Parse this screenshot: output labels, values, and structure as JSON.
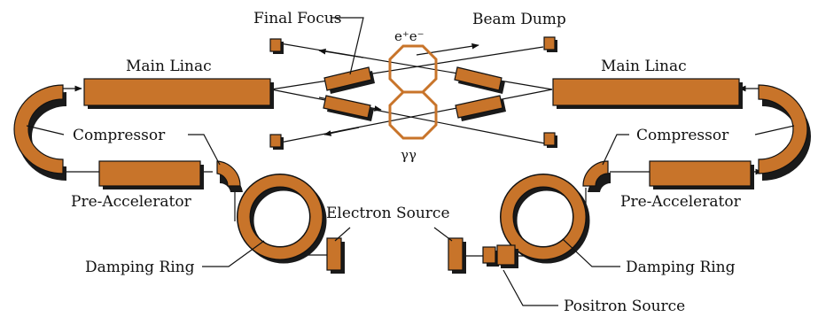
{
  "labels": {
    "final_focus": "Final Focus",
    "beam_dump": "Beam Dump",
    "ee": "e⁺e⁻",
    "gg": "γγ",
    "main_linac_left": "Main Linac",
    "main_linac_right": "Main Linac",
    "compressor_left": "Compressor",
    "compressor_right": "Compressor",
    "pre_acc_left": "Pre-Accelerator",
    "pre_acc_right": "Pre-Accelerator",
    "electron_source": "Electron Source",
    "damping_ring_left": "Damping Ring",
    "damping_ring_right": "Damping Ring",
    "positron_source": "Positron Source"
  },
  "colors": {
    "component": "#C8742A",
    "line": "#111111"
  }
}
